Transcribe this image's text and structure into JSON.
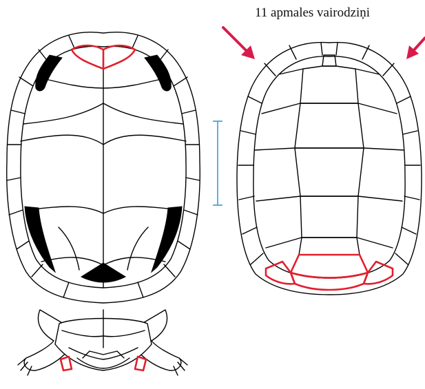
{
  "annotation": {
    "label": "11 apmales vairodziņi"
  },
  "colors": {
    "highlight": "#e0202e",
    "arrow": "#d81b4a",
    "scale_bar": "#3a9ad9",
    "outline": "#000000",
    "fill": "#ffffff"
  },
  "views": [
    {
      "name": "carapace-top-view",
      "highlight_scutes": 2
    },
    {
      "name": "plastron-view",
      "highlight_scutes": 3
    },
    {
      "name": "tail-view",
      "highlight_scutes": 2
    }
  ],
  "icons": [
    "arrow-left-icon",
    "arrow-right-icon",
    "scale-bar-icon"
  ]
}
